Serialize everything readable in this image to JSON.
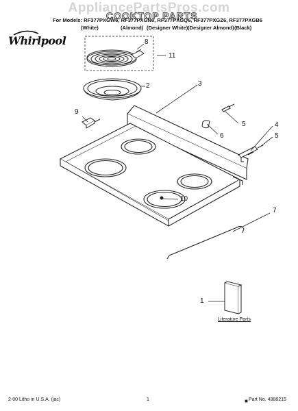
{
  "watermark": "AppliancePartsPros.com",
  "header": {
    "title": "COOKTOP PARTS",
    "models_line": "For Models: RF377PXGW6, RF377PXGN6, RF377PXGQ6, RF377PXGZ6, RF377PXGB6",
    "colors": [
      "(White)",
      "(Almond)",
      "(Designer White)",
      "(Designer Almond)",
      "(Black)"
    ]
  },
  "brand": {
    "logo": "Whirlpool"
  },
  "callouts": [
    "1",
    "2",
    "3",
    "4",
    "5",
    "5",
    "6",
    "7",
    "8",
    "9",
    "10",
    "11"
  ],
  "literature_label": "Literature Parts",
  "footer": {
    "left": "2-00 Litho in U.S.A. (jac)",
    "center": "1",
    "right": "Part No. 4388215"
  }
}
